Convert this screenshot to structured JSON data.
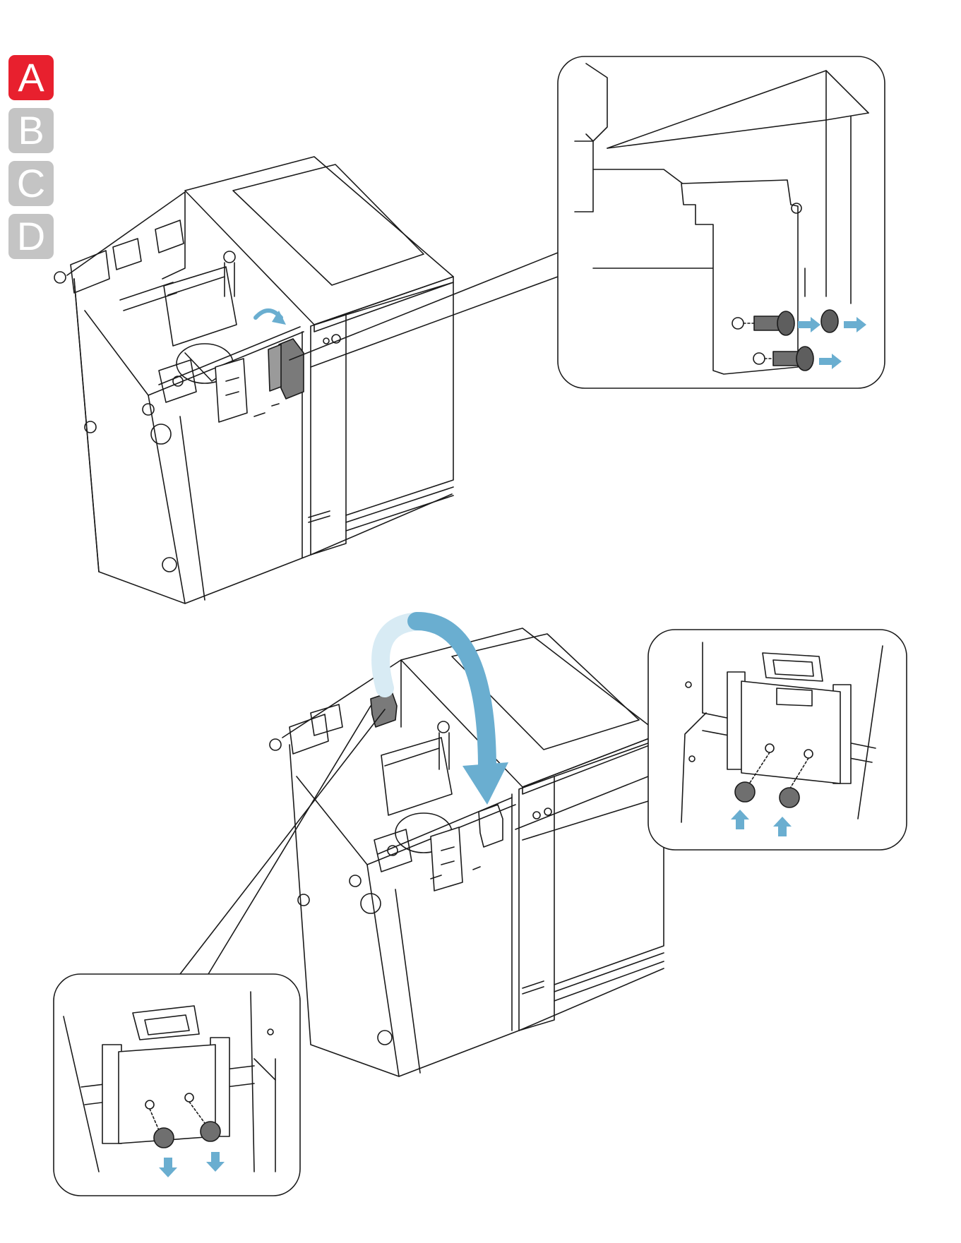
{
  "step_tabs": [
    {
      "label": "A",
      "state": "active"
    },
    {
      "label": "B",
      "state": "inactive"
    },
    {
      "label": "C",
      "state": "inactive"
    },
    {
      "label": "D",
      "state": "inactive"
    }
  ],
  "colors": {
    "active_tab": "#e8202e",
    "inactive_tab": "#c4c4c4",
    "arrow": "#6aaed0",
    "arrow_light": "#d8ebf4",
    "screw": "#7a7a7a",
    "line": "#1a1a1a"
  },
  "icons": {
    "top_illustration": "unit-with-hinge-bracket",
    "top_callout": "screws-removed-callout",
    "bottom_illustration": "bracket-moved-to-top",
    "right_callout": "screws-inserted-callout",
    "left_callout": "screws-removed-lower-callout"
  }
}
